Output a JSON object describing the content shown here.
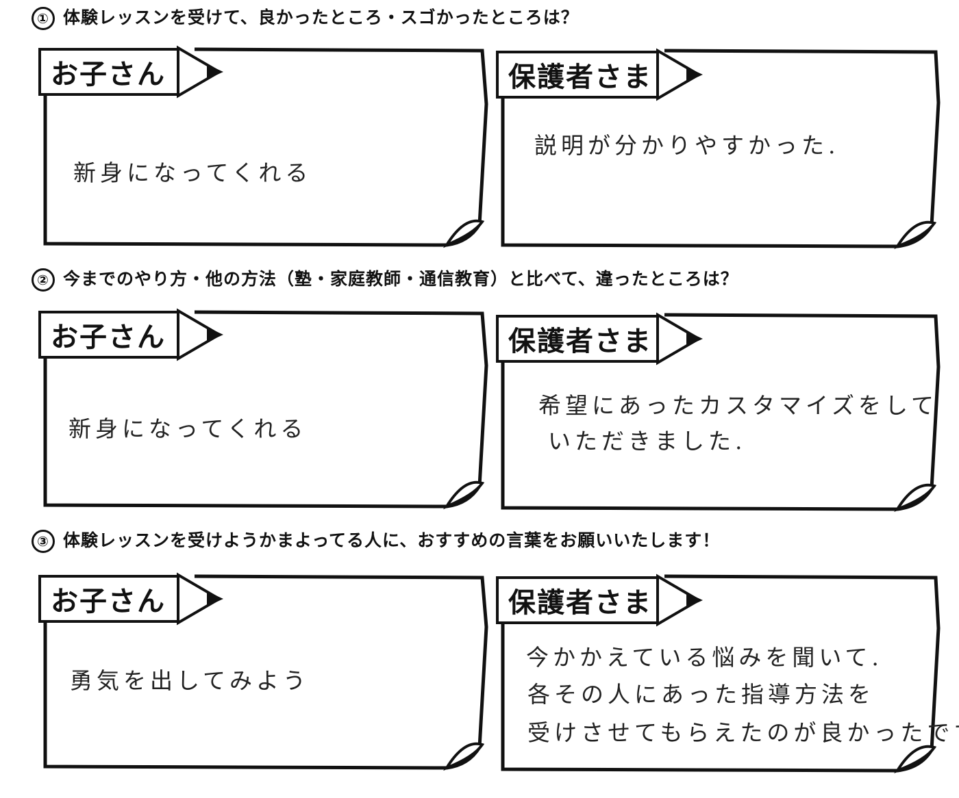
{
  "sections": [
    {
      "number": "①",
      "question": "体験レッスンを受けて、良かったところ・スゴかったところは？",
      "child": {
        "label": "お子さん",
        "lines": [
          "新身になってくれる"
        ]
      },
      "parent": {
        "label": "保護者さま",
        "lines": [
          "説明が分かりやすかった."
        ]
      }
    },
    {
      "number": "②",
      "question": "今までのやり方・他の方法（塾・家庭教師・通信教育）と比べて、違ったところは？",
      "child": {
        "label": "お子さん",
        "lines": [
          "新身になってくれる"
        ]
      },
      "parent": {
        "label": "保護者さま",
        "lines": [
          "希望にあったカスタマイズをして",
          "いただきました."
        ]
      }
    },
    {
      "number": "③",
      "question": "体験レッスンを受けようかまよってる人に、おすすめの言葉をお願いいたします！",
      "child": {
        "label": "お子さん",
        "lines": [
          "勇気を出してみよう"
        ]
      },
      "parent": {
        "label": "保護者さま",
        "lines": [
          "今かかえている悩みを聞いて.",
          "各その人にあった指導方法を",
          "受けさせてもらえたのが良かったです."
        ]
      }
    }
  ]
}
